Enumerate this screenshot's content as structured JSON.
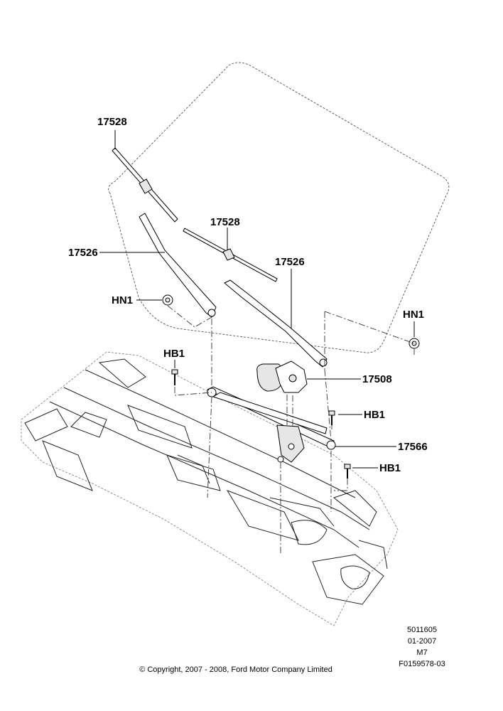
{
  "callouts": {
    "blade_left": "17528",
    "blade_center": "17528",
    "arm_left": "17526",
    "arm_right": "17526",
    "nut_left": "HN1",
    "nut_right": "HN1",
    "bolt_upper": "HB1",
    "motor": "17508",
    "bolt_mid": "HB1",
    "linkage": "17566",
    "bolt_lower": "HB1"
  },
  "footer": {
    "ref_line1": "5011605",
    "ref_line2": "01-2007",
    "ref_line3": "M7",
    "ref_line4": "F0159578-03",
    "copyright": "© Copyright, 2007 - 2008, Ford Motor Company Limited"
  }
}
